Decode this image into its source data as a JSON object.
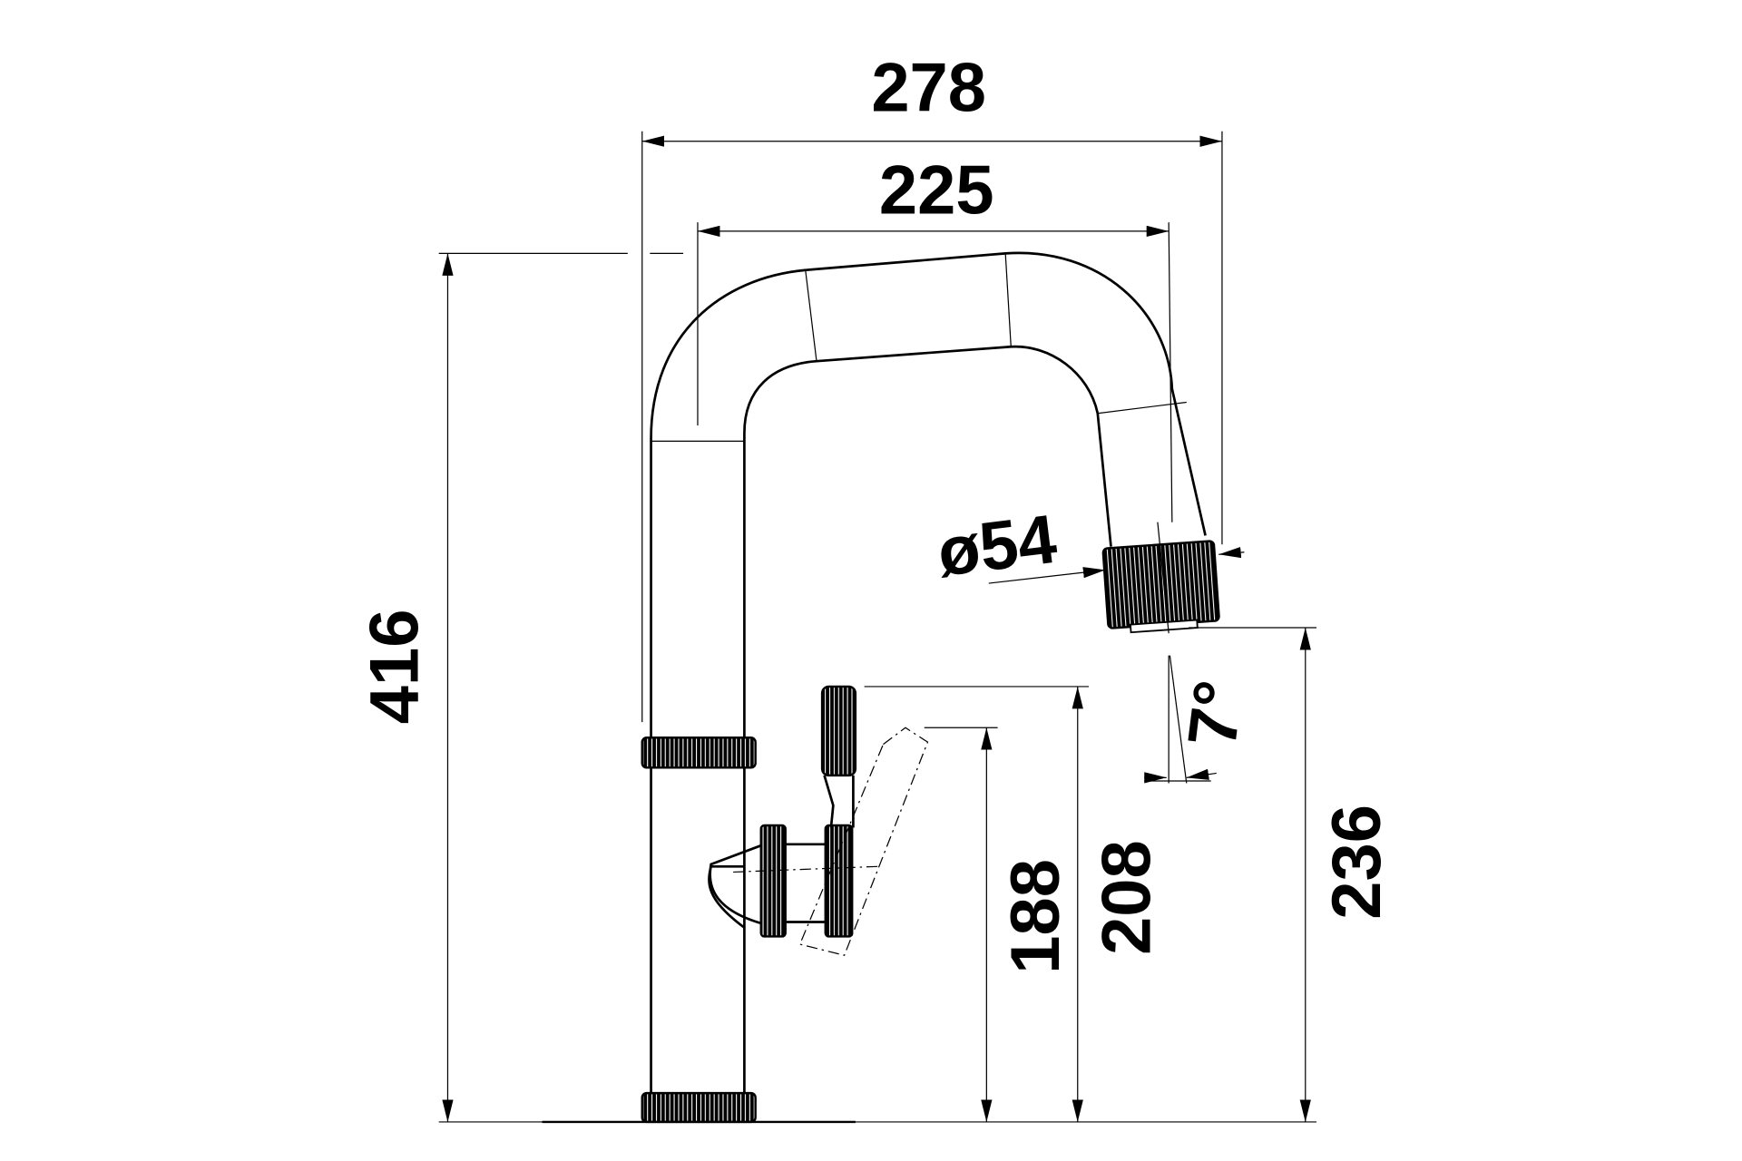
{
  "title": "Faucet technical dimension drawing",
  "dimensions": {
    "overall_reach": "278",
    "spout_reach": "225",
    "overall_height": "416",
    "aerator_diameter": "ø54",
    "swivel_angle": "7°",
    "height_188": "188",
    "height_208": "208",
    "spout_outlet_height": "236"
  },
  "colors": {
    "line": "#000000",
    "background": "#ffffff"
  }
}
